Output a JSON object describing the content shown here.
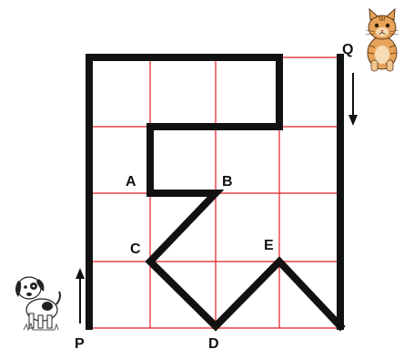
{
  "labels": {
    "P": "P",
    "Q": "Q",
    "A": "A",
    "B": "B",
    "C": "C",
    "D": "D",
    "E": "E"
  },
  "figures": {
    "dog": "dog-icon",
    "cat": "cat-icon"
  },
  "colors": {
    "grid": "#e31e24",
    "path": "#111111",
    "walls": "#111111",
    "cat_fur": "#e8a35a"
  }
}
